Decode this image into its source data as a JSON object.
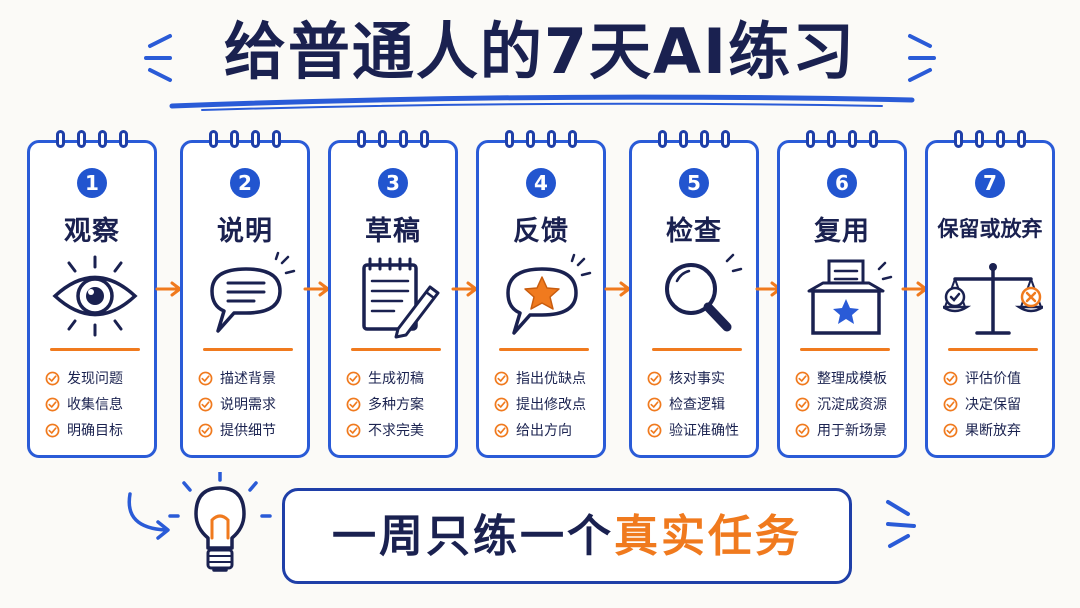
{
  "title": "给普通人的7天AI练习",
  "steps": [
    {
      "num": "1",
      "title": "观察",
      "icon": "eye-icon",
      "bullets": [
        "发现问题",
        "收集信息",
        "明确目标"
      ]
    },
    {
      "num": "2",
      "title": "说明",
      "icon": "speech-bubble-icon",
      "bullets": [
        "描述背景",
        "说明需求",
        "提供细节"
      ]
    },
    {
      "num": "3",
      "title": "草稿",
      "icon": "notepad-pencil-icon",
      "bullets": [
        "生成初稿",
        "多种方案",
        "不求完美"
      ]
    },
    {
      "num": "4",
      "title": "反馈",
      "icon": "star-bubble-icon",
      "bullets": [
        "指出优缺点",
        "提出修改点",
        "给出方向"
      ]
    },
    {
      "num": "5",
      "title": "检查",
      "icon": "magnifier-icon",
      "bullets": [
        "核对事实",
        "检查逻辑",
        "验证准确性"
      ]
    },
    {
      "num": "6",
      "title": "复用",
      "icon": "archive-box-icon",
      "bullets": [
        "整理成模板",
        "沉淀成资源",
        "用于新场景"
      ]
    },
    {
      "num": "7",
      "title": "保留或放弃",
      "icon": "balance-scale-icon",
      "bullets": [
        "评估价值",
        "决定保留",
        "果断放弃"
      ]
    }
  ],
  "banner": {
    "text_plain": "一周只练一个",
    "text_highlight": "真实任务"
  },
  "colors": {
    "blue": "#2a5bd7",
    "navy": "#1a2150",
    "orange": "#f07a1e"
  }
}
